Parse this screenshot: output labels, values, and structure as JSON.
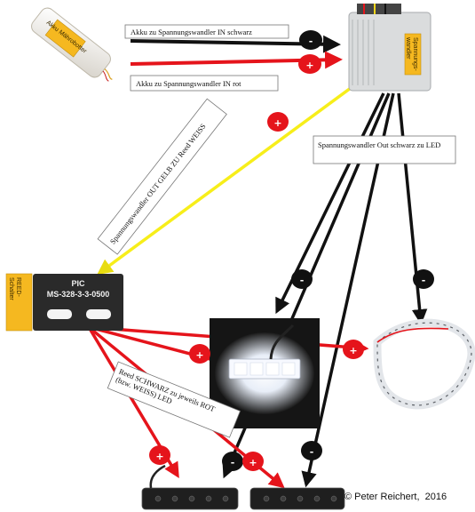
{
  "labels": {
    "battery": "Akku Mährobotter",
    "converter_in_black": "Akku zu Spannungswandler IN schwarz",
    "converter_in_red": "Akku zu Spannungswandler IN rot",
    "converter": "Spannungs-\nwandler",
    "converter_out_black": "Spannungswandler Out schwarz zu LED",
    "yellow_to_reed": "Spannungswandler OUT GELB ZU Reed WEISS",
    "reed_switch": "REED-\nSchalter",
    "reed_model_line1": "PIC",
    "reed_model_line2": "MS-328-3-3-0500",
    "reed_to_led": "Reed SCHWARZ zu jeweils ROT\n(bzw. WEISS) LED",
    "copyright": "© Peter Reichert,  2016"
  },
  "signs": {
    "plus": "+",
    "minus": "-"
  },
  "colors": {
    "wire_black": "#111111",
    "wire_red": "#e5141b",
    "wire_yellow": "#f7ee1a",
    "plus_fill": "#e5141b",
    "minus_fill": "#111111",
    "tag_fill": "#f5b820",
    "reed_body": "#2a2a2a"
  }
}
